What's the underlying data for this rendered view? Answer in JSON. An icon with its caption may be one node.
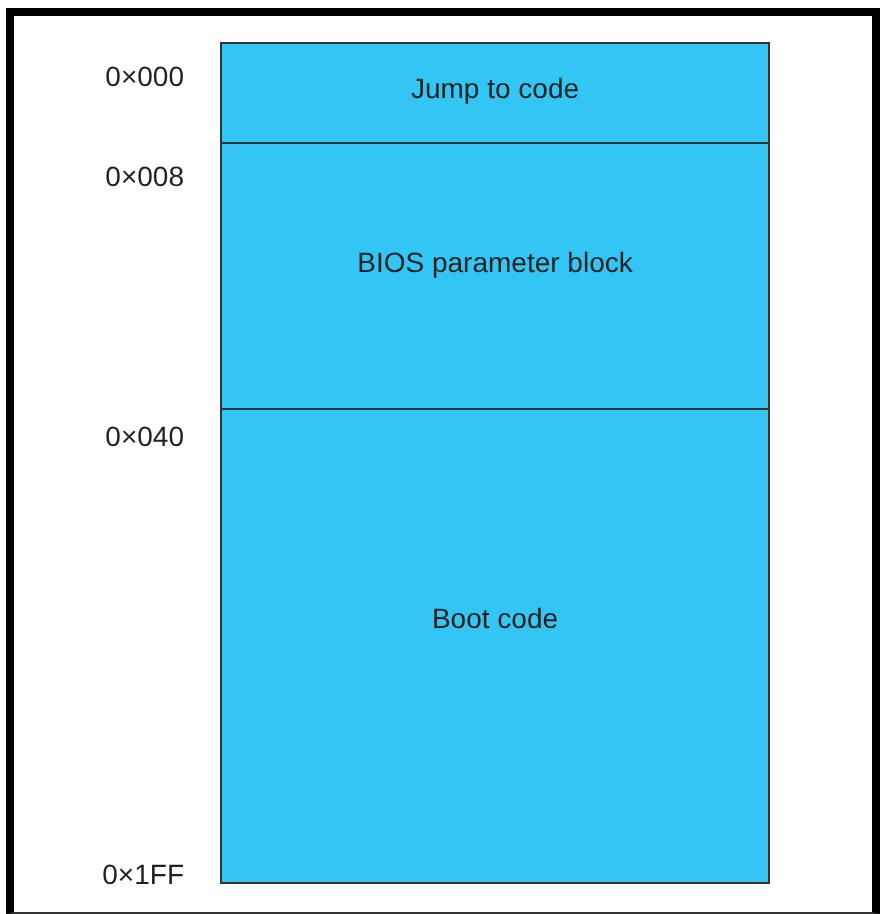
{
  "diagram": {
    "nodes": [
      {
        "text": [
          "Jump to code"
        ]
      },
      {
        "text": [
          "BIOS parameter block"
        ]
      },
      {
        "text": [
          "Boot code"
        ]
      }
    ],
    "labels": [
      "0×000",
      "0×008",
      "0×040",
      "0×1FF"
    ]
  }
}
